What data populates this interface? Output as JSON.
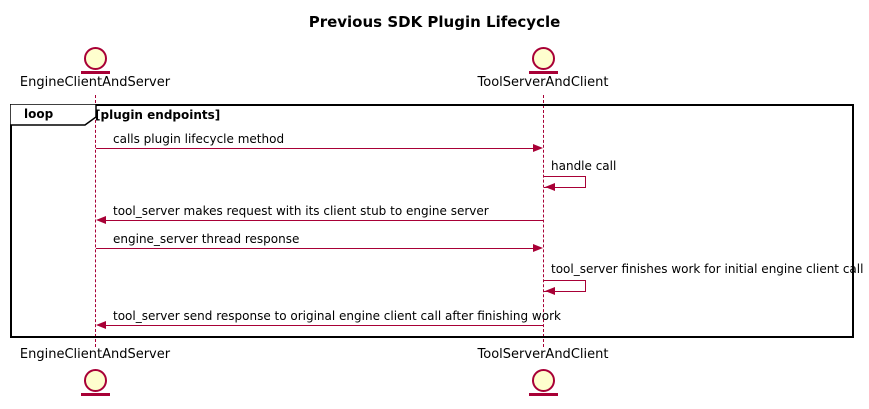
{
  "title": "Previous SDK Plugin Lifecycle",
  "participants": {
    "left": {
      "name": "EngineClientAndServer"
    },
    "right": {
      "name": "ToolServerAndClient"
    }
  },
  "loop": {
    "label": "loop",
    "condition": "[plugin endpoints]"
  },
  "messages": [
    {
      "label": "calls plugin lifecycle method",
      "from": "EngineClientAndServer",
      "to": "ToolServerAndClient",
      "type": "arrow-right"
    },
    {
      "label": "handle call",
      "from": "ToolServerAndClient",
      "to": "ToolServerAndClient",
      "type": "self"
    },
    {
      "label": "tool_server makes request with its client stub to engine server",
      "from": "ToolServerAndClient",
      "to": "EngineClientAndServer",
      "type": "arrow-left"
    },
    {
      "label": "engine_server thread response",
      "from": "EngineClientAndServer",
      "to": "ToolServerAndClient",
      "type": "arrow-right"
    },
    {
      "label": "tool_server finishes work for initial engine client call",
      "from": "ToolServerAndClient",
      "to": "ToolServerAndClient",
      "type": "self"
    },
    {
      "label": "tool_server send response to original engine client call after finishing work",
      "from": "ToolServerAndClient",
      "to": "EngineClientAndServer",
      "type": "arrow-left"
    }
  ],
  "colors": {
    "arrow": "#A80036",
    "lifeline": "#A80036",
    "participant_fill": "#FEFECE",
    "participant_border": "#A80036",
    "frame_border": "#000000",
    "background": "#FFFFFF"
  }
}
